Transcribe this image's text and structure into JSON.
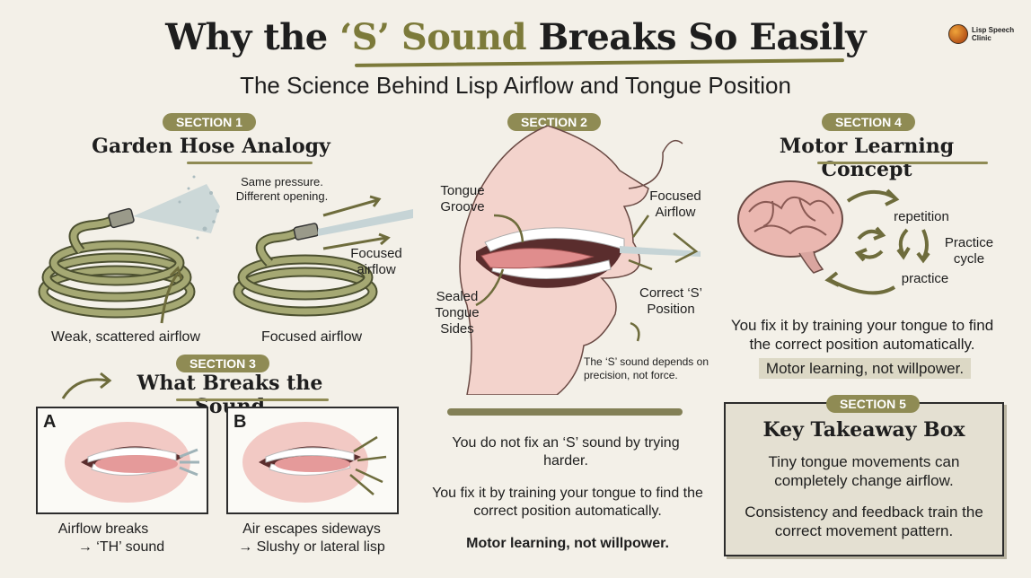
{
  "header": {
    "title_pre": "Why the ",
    "title_accent": "‘S’ Sound",
    "title_post": " Breaks So Easily",
    "subtitle": "The Science Behind Lisp Airflow and Tongue Position",
    "logo_text": "Lisp Speech Clinic"
  },
  "section1": {
    "pill": "SECTION 1",
    "heading": "Garden Hose Analogy",
    "note": "Same pressure. Different opening.",
    "focused_label": "Focused airflow",
    "caption_left": "Weak, scattered airflow",
    "caption_right": "Focused airflow"
  },
  "section2": {
    "pill": "SECTION 2",
    "label_groove": "Tongue Groove",
    "label_focused": "Focused Airflow",
    "label_sealed": "Sealed Tongue Sides",
    "label_correct": "Correct ‘S’ Position",
    "note": "The ‘S’ sound depends on precision, not force.",
    "body1": "You do not fix an ‘S’ sound by trying harder.",
    "body2": "You fix it by training your tongue to find the correct position automatically.",
    "body3": "Motor learning, not willpower."
  },
  "section3": {
    "pill": "SECTION 3",
    "heading": "What Breaks the Sound",
    "panel_a_letter": "A",
    "panel_b_letter": "B",
    "caption_a_1": "Airflow breaks",
    "caption_a_2": "→ ‘TH’ sound",
    "caption_b_1": "Air escapes sideways",
    "caption_b_2": "→ Slushy or lateral lisp"
  },
  "section4": {
    "pill": "SECTION 4",
    "heading": "Motor Learning Concept",
    "label_repetition": "repetition",
    "label_cycle": "Practice cycle",
    "label_practice": "practice",
    "body": "You fix it by training your tongue to find the correct position automatically.",
    "highlight": "Motor learning, not willpower."
  },
  "section5": {
    "pill": "SECTION 5",
    "heading": "Key Takeaway Box",
    "line1": "Tiny tongue movements can completely change airflow.",
    "line2": "Consistency and feedback train the correct movement pattern."
  },
  "colors": {
    "accent": "#7c7a3a",
    "pill": "#8f8b54",
    "background": "#f3f0e8"
  }
}
